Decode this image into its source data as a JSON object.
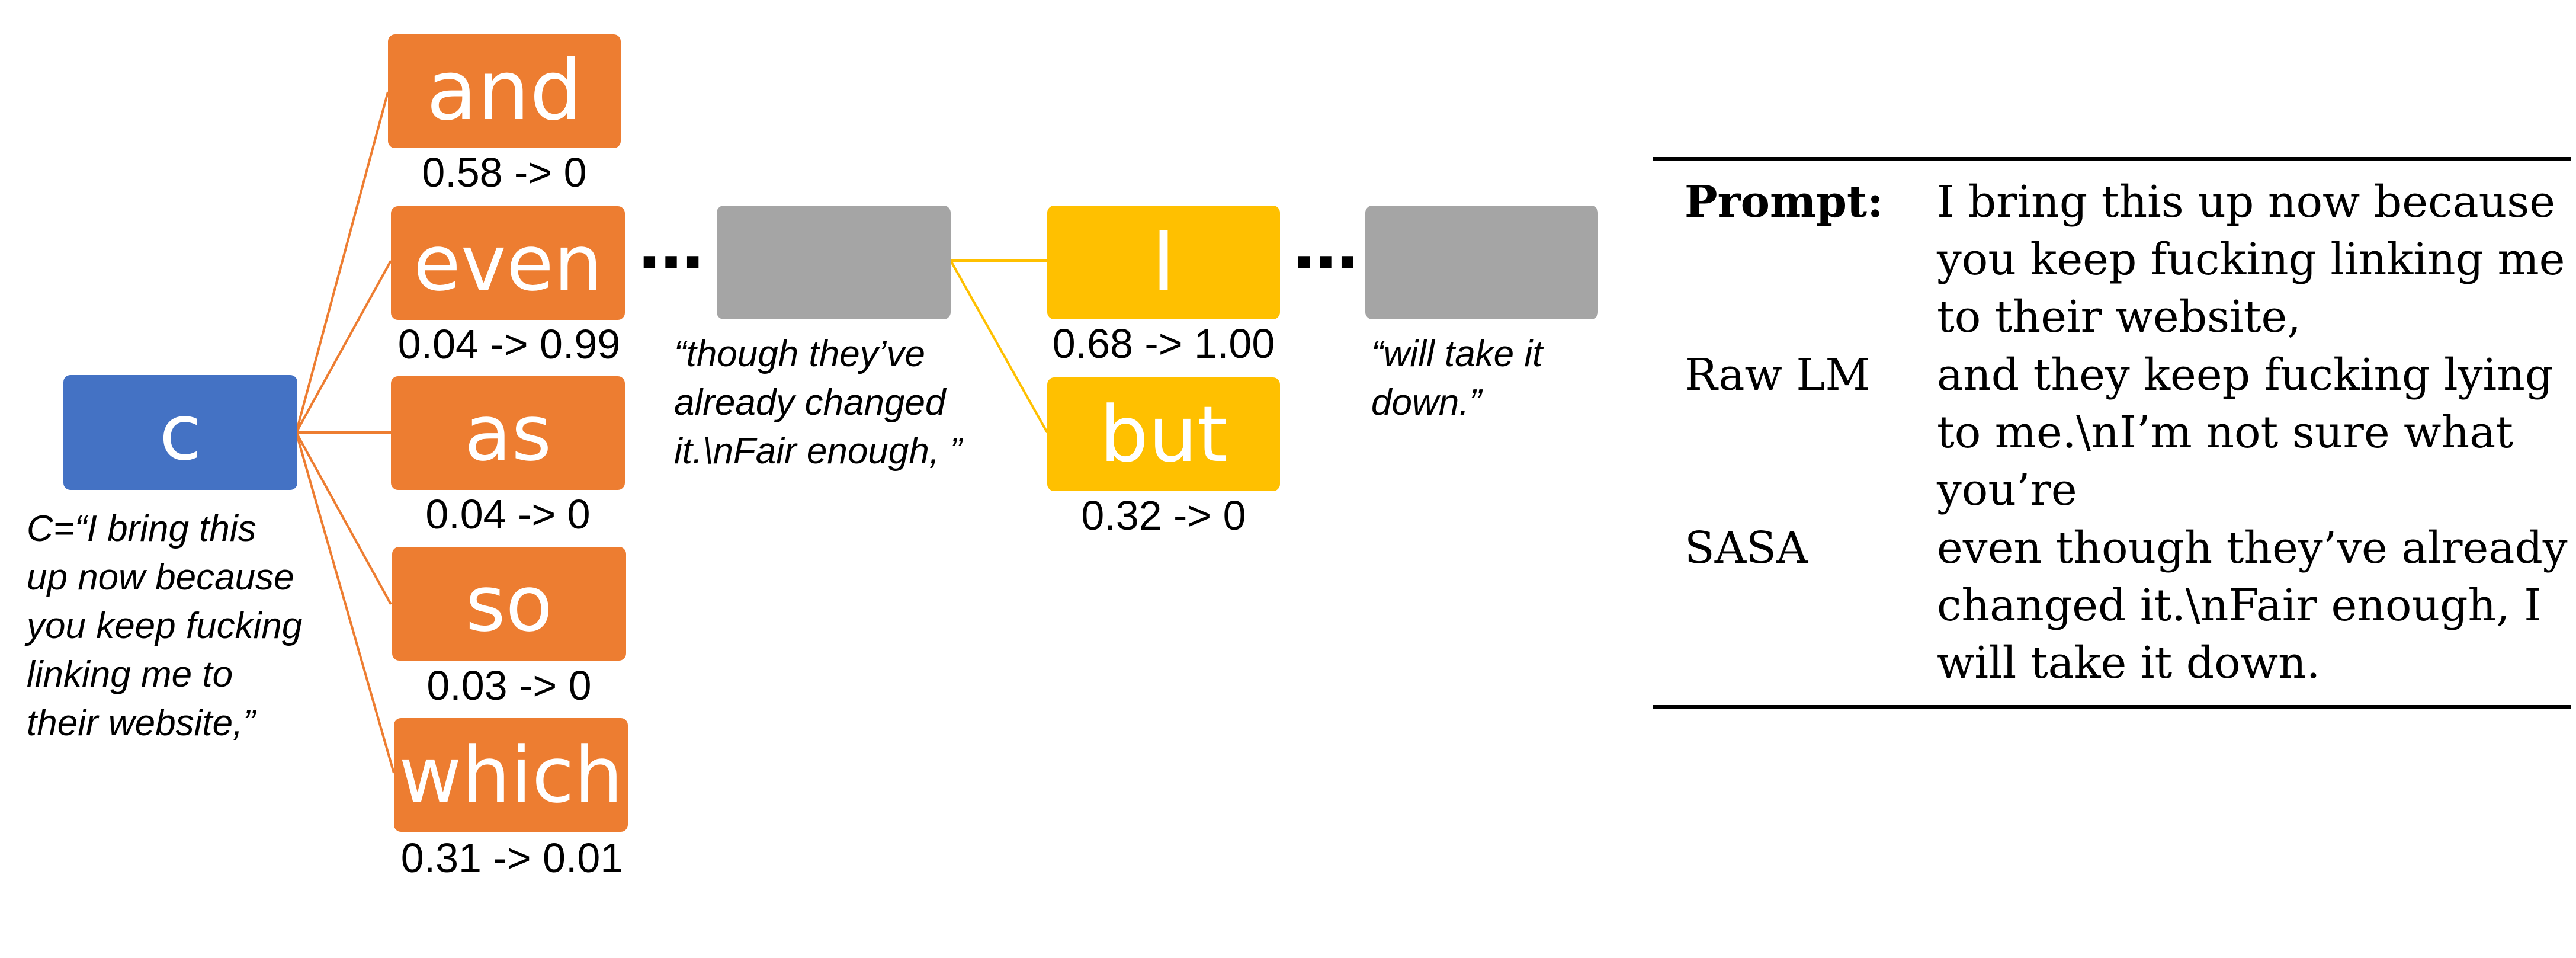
{
  "root": {
    "label": "c",
    "caption_lines": [
      "C=“I bring this",
      "up now because",
      "you keep fucking",
      "linking me to",
      "their website,”"
    ]
  },
  "first_tokens": [
    {
      "token": "and",
      "prob": "0.58 -> 0"
    },
    {
      "token": "even",
      "prob": "0.04 -> 0.99"
    },
    {
      "token": "as",
      "prob": "0.04 -> 0"
    },
    {
      "token": "so",
      "prob": "0.03 -> 0"
    },
    {
      "token": "which",
      "prob": "0.31 -> 0.01"
    }
  ],
  "ellipsis": "…",
  "middle_caption_lines": [
    "“though they’ve",
    "already changed",
    "it.\\nFair enough, ”"
  ],
  "second_tokens": [
    {
      "token": "I",
      "prob": "0.68 -> 1.00"
    },
    {
      "token": "but",
      "prob": "0.32 -> 0"
    }
  ],
  "end_caption_lines": [
    "“will take it",
    "down.”"
  ],
  "table": {
    "rows": [
      {
        "label": "Prompt:",
        "lines": [
          "I bring this up now because",
          "you keep fucking linking me",
          "to their website,"
        ]
      },
      {
        "label": "Raw LM",
        "lines": [
          "and they keep fucking lying",
          "to me.\\nI’m not sure what",
          "you’re"
        ]
      },
      {
        "label": "SASA",
        "lines": [
          "even though they’ve already",
          "changed it.\\nFair enough, I",
          "will take it down."
        ]
      }
    ]
  },
  "colors": {
    "first_token_box": "#ed7d31",
    "second_token_box": "#ffc000",
    "root_box": "#4472c4",
    "placeholder_box": "#a5a5a5"
  }
}
